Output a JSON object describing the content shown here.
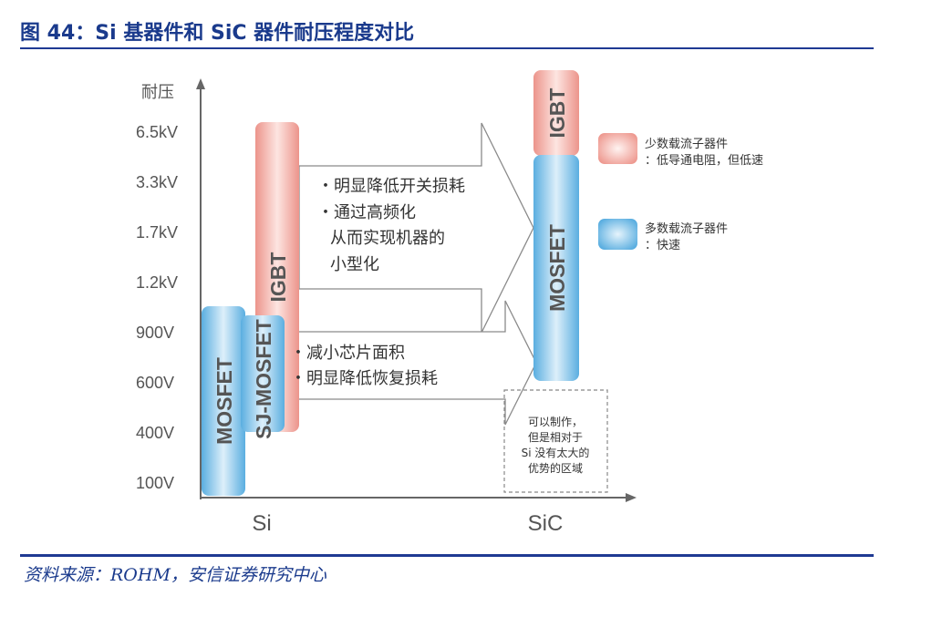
{
  "title": "图 44：Si 基器件和 SiC 器件耐压程度对比",
  "source": "资料来源：ROHM，安信证券研究中心",
  "diagram": {
    "y_axis_label": "耐压",
    "y_ticks": [
      "6.5kV",
      "3.3kV",
      "1.7kV",
      "1.2kV",
      "900V",
      "600V",
      "400V",
      "100V"
    ],
    "categories": [
      "Si",
      "SiC"
    ],
    "devices": {
      "si_mosfet": "MOSFET",
      "si_sj_mosfet": "SJ-MOSFET",
      "si_igbt": "IGBT",
      "sic_igbt": "IGBT",
      "sic_mosfet": "MOSFET"
    },
    "arrow_top_notes": [
      "・明显降低开关损耗",
      "・通过高频化",
      "从而实现机器的",
      "小型化"
    ],
    "arrow_bottom_notes": [
      "・减小芯片面积",
      "・明显降低恢复损耗"
    ],
    "dashed_note": [
      "可以制作，",
      "但是相对于",
      "Si 没有太大的",
      "优势的区域"
    ],
    "legend": [
      {
        "lines": [
          "少数载流子器件",
          "：低导通电阻，但低速"
        ],
        "color": "#ef9a92"
      },
      {
        "lines": [
          "多数载流子器件",
          "：快速"
        ],
        "color": "#5fb2e2"
      }
    ]
  }
}
